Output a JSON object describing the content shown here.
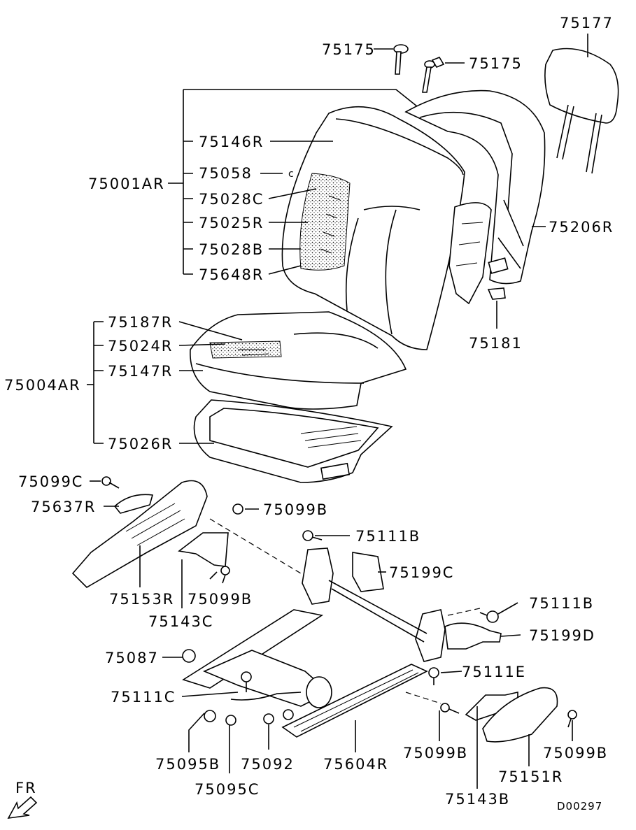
{
  "labels": {
    "p75177": "75177",
    "p75175a": "75175",
    "p75175b": "75175",
    "p75001AR": "75001AR",
    "p75146R": "75146R",
    "p75058": "75058",
    "p75028C": "75028C",
    "p75025R": "75025R",
    "p75028B": "75028B",
    "p75648R": "75648R",
    "p75206R": "75206R",
    "p75181": "75181",
    "p75187R": "75187R",
    "p75024R": "75024R",
    "p75004AR": "75004AR",
    "p75147R": "75147R",
    "p75026R": "75026R",
    "p75099C": "75099C",
    "p75637R": "75637R",
    "p75099Ba": "75099B",
    "p75111Ba": "75111B",
    "p75199C": "75199C",
    "p75153R": "75153R",
    "p75099Bb": "75099B",
    "p75143C": "75143C",
    "p75111Bb": "75111B",
    "p75199D": "75199D",
    "p75087": "75087",
    "p75111E": "75111E",
    "p75111C": "75111C",
    "p75095B": "75095B",
    "p75092": "75092",
    "p75604R": "75604R",
    "p75099Bc": "75099B",
    "p75099Bd": "75099B",
    "p75151R": "75151R",
    "p75095C": "75095C",
    "p75143B": "75143B"
  },
  "direction_label": "FR",
  "drawing_code": "D00297"
}
